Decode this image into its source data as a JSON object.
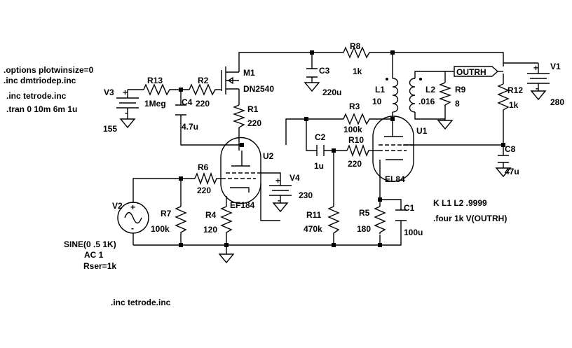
{
  "directives": {
    "line1": ".options plotwinsize=0",
    "line2": ".inc dmtriodep.inc",
    "line3": ".inc tetrode.inc",
    "line4": ".tran 0 10m 6m 1u",
    "bottom": ".inc tetrode.inc",
    "coupling": "K L1 L2 .9999",
    "four": ".four 1k V(OUTRH)"
  },
  "components": {
    "R13": {
      "name": "R13",
      "value": "1Meg"
    },
    "R2": {
      "name": "R2",
      "value": "220"
    },
    "R1": {
      "name": "R1",
      "value": "220"
    },
    "R8": {
      "name": "R8",
      "value": "1k"
    },
    "R3": {
      "name": "R3",
      "value": "100k"
    },
    "R10": {
      "name": "R10",
      "value": "220"
    },
    "R6": {
      "name": "R6",
      "value": "220"
    },
    "R7": {
      "name": "R7",
      "value": "100k"
    },
    "R4": {
      "name": "R4",
      "value": "120"
    },
    "R11": {
      "name": "R11",
      "value": "470k"
    },
    "R5": {
      "name": "R5",
      "value": "180"
    },
    "R9": {
      "name": "R9",
      "value": "8"
    },
    "R12": {
      "name": "R12",
      "value": "1k"
    },
    "C4": {
      "name": "C4",
      "value": "4.7u"
    },
    "C3": {
      "name": "C3",
      "value": "220u"
    },
    "C2": {
      "name": "C2",
      "value": "1u"
    },
    "C1": {
      "name": "C1",
      "value": "100u"
    },
    "C8": {
      "name": "C8",
      "value": "47u"
    },
    "L1": {
      "name": "L1",
      "value": "10"
    },
    "L2": {
      "name": "L2",
      "value": ".016"
    },
    "M1": {
      "name": "M1",
      "value": "DN2540"
    },
    "U1": {
      "name": "U1",
      "value": "EL84"
    },
    "U2": {
      "name": "U2",
      "value": "EF184"
    },
    "V1": {
      "name": "V1",
      "value": "280"
    },
    "V3": {
      "name": "V3",
      "value": "155"
    },
    "V4": {
      "name": "V4",
      "value": "230"
    },
    "V2": {
      "name": "V2",
      "line1": "SINE(0 .5 1K)",
      "line2": "AC 1",
      "line3": "Rser=1k"
    }
  },
  "net_label": "OUTRH",
  "polarity": {
    "plus": "+",
    "minus": "-"
  }
}
